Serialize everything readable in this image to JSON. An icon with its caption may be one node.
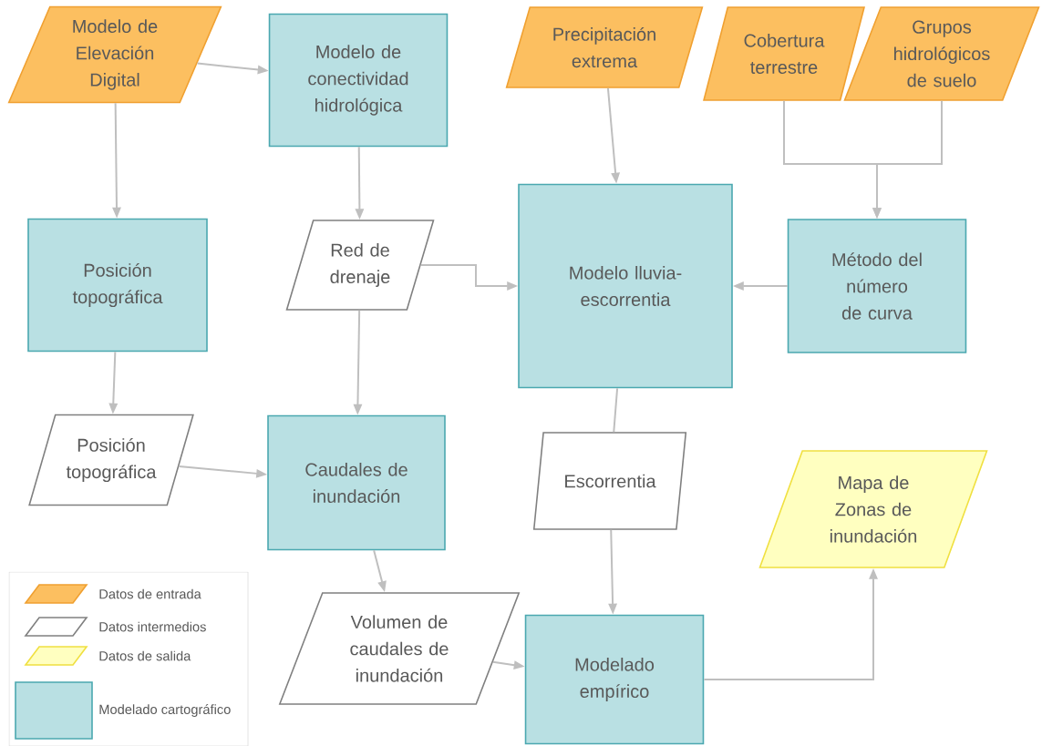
{
  "diagram": {
    "nodes": [
      {
        "text": [
          "Modelo de Elevación Digital"
        ]
      },
      {
        "text": [
          "Modelo de conectividad hidrológica"
        ]
      },
      {
        "text": [
          "Precipitación extrema"
        ]
      },
      {
        "text": [
          "Cobertura terrestre"
        ]
      },
      {
        "text": [
          "Grupos hidrológicos de suelo"
        ]
      },
      {
        "text": [
          "Posición topográfica"
        ]
      },
      {
        "text": [
          "Red de drenaje"
        ]
      },
      {
        "text": [
          "Modelo lluvia-escorrentia"
        ]
      },
      {
        "text": [
          "Método del número de curva"
        ]
      },
      {
        "text": [
          "Posición topográfica"
        ]
      },
      {
        "text": [
          "Caudales de inundación"
        ]
      },
      {
        "text": [
          "Escorrentia"
        ]
      },
      {
        "text": [
          "Mapa de Zonas de inundación"
        ]
      },
      {
        "text": [
          "Volumen de caudales de inundación"
        ]
      },
      {
        "text": [
          "Modelado empírico"
        ]
      }
    ],
    "edges": [
      {
        "from": 0,
        "to": 1,
        "arrow": "to"
      },
      {
        "from": 0,
        "to": 5,
        "arrow": "to"
      },
      {
        "from": 1,
        "to": 6,
        "arrow": "to"
      },
      {
        "from": 2,
        "to": 7,
        "arrow": "to"
      },
      {
        "from": 3,
        "to": 8,
        "arrow": "to"
      },
      {
        "from": 4,
        "to": 8,
        "arrow": "to"
      },
      {
        "from": 6,
        "to": 7,
        "arrow": "to"
      },
      {
        "from": 8,
        "to": 7,
        "arrow": "to"
      },
      {
        "from": 5,
        "to": 9,
        "arrow": "to"
      },
      {
        "from": 6,
        "to": 10,
        "arrow": "to"
      },
      {
        "from": 9,
        "to": 10,
        "arrow": "to"
      },
      {
        "from": 7,
        "to": 11,
        "arrow": "none"
      },
      {
        "from": 10,
        "to": 13,
        "arrow": "to"
      },
      {
        "from": 11,
        "to": 14,
        "arrow": "to"
      },
      {
        "from": 13,
        "to": 14,
        "arrow": "to"
      },
      {
        "from": 14,
        "to": 12,
        "arrow": "to"
      }
    ],
    "legend": [
      {
        "text": "Datos de entrada",
        "color": "#fcbf60"
      },
      {
        "text": "Datos intermedios"
      },
      {
        "text": "Datos de salida",
        "color": "#ffffc0"
      },
      {
        "text": "Modelado cartográfico",
        "color": "#b9e0e3"
      }
    ]
  }
}
